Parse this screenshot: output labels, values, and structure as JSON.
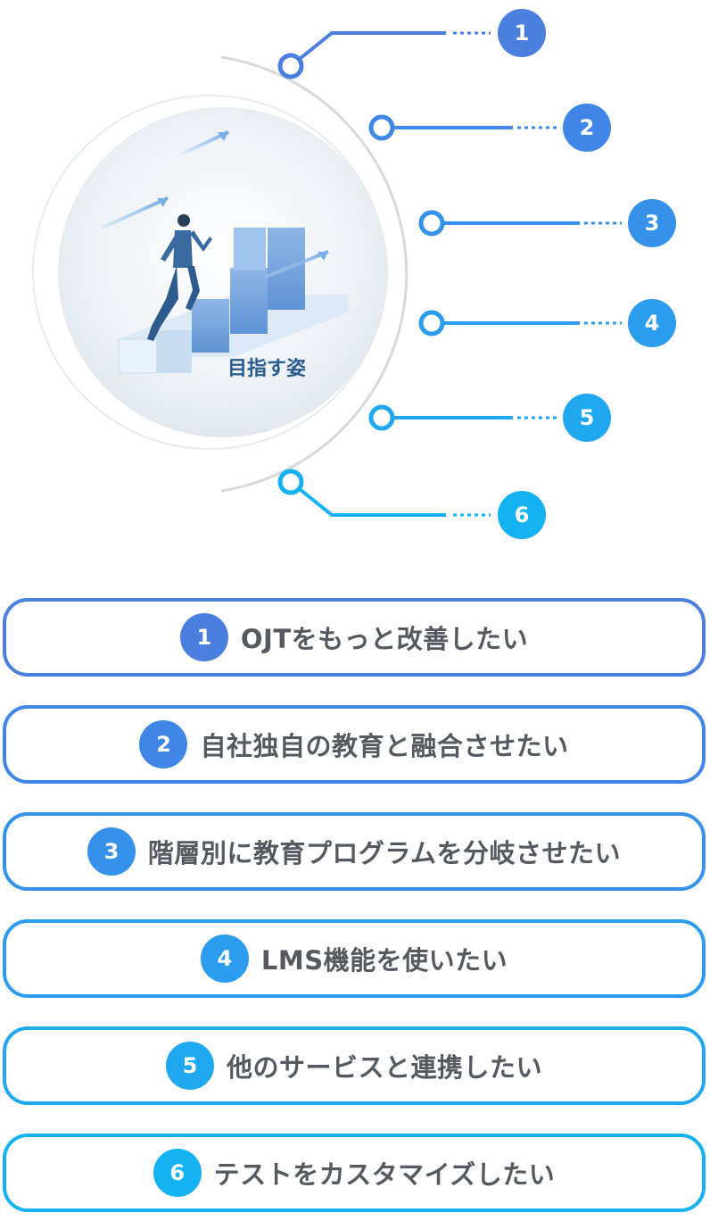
{
  "diagram": {
    "center_label": "目指す姿",
    "items": [
      {
        "number": "1",
        "color": "#4a7fe0"
      },
      {
        "number": "2",
        "color": "#3f86e6"
      },
      {
        "number": "3",
        "color": "#3591ea"
      },
      {
        "number": "4",
        "color": "#2b9cee"
      },
      {
        "number": "5",
        "color": "#1fa8f0"
      },
      {
        "number": "6",
        "color": "#14b2f2"
      }
    ]
  },
  "goals": [
    {
      "number": "1",
      "label": "OJTをもっと改善したい",
      "color": "#4a7fe0"
    },
    {
      "number": "2",
      "label": "自社独自の教育と融合させたい",
      "color": "#3f86e6"
    },
    {
      "number": "3",
      "label": "階層別に教育プログラムを分岐させたい",
      "color": "#3591ea"
    },
    {
      "number": "4",
      "label": "LMS機能を使いたい",
      "color": "#2b9cee"
    },
    {
      "number": "5",
      "label": "他のサービスと連携したい",
      "color": "#1fa8f0"
    },
    {
      "number": "6",
      "label": "テストをカスタマイズしたい",
      "color": "#14b2f2"
    }
  ]
}
